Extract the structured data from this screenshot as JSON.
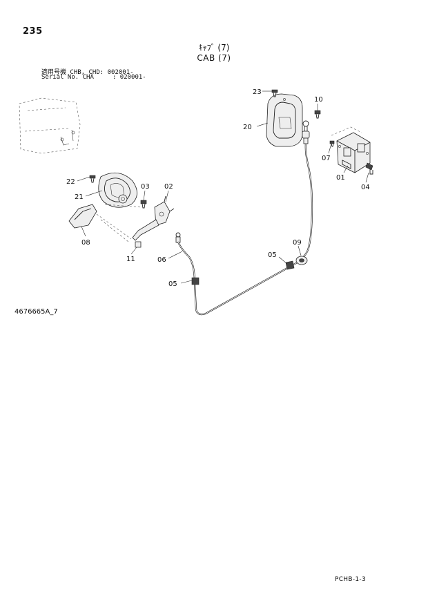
{
  "header": {
    "page_number": "235",
    "title_jp": "ｷｬﾌﾞ (7)",
    "title_en": "CAB (7)",
    "serial_line_1": "適用号機 CHB, CHD: 002001-",
    "serial_line_2": "Serial No. CHA     : 020001-"
  },
  "footer": {
    "drawing_number": "4676665A_7",
    "page_code": "PCHB-1-3"
  },
  "callouts": {
    "c23": "23",
    "c10": "10",
    "c20": "20",
    "c07": "07",
    "c01": "01",
    "c04": "04",
    "c22": "22",
    "c21": "21",
    "c03": "03",
    "c02": "02",
    "c08": "08",
    "c11": "11",
    "c06": "06",
    "c05a": "05",
    "c05b": "05",
    "c09": "09"
  }
}
